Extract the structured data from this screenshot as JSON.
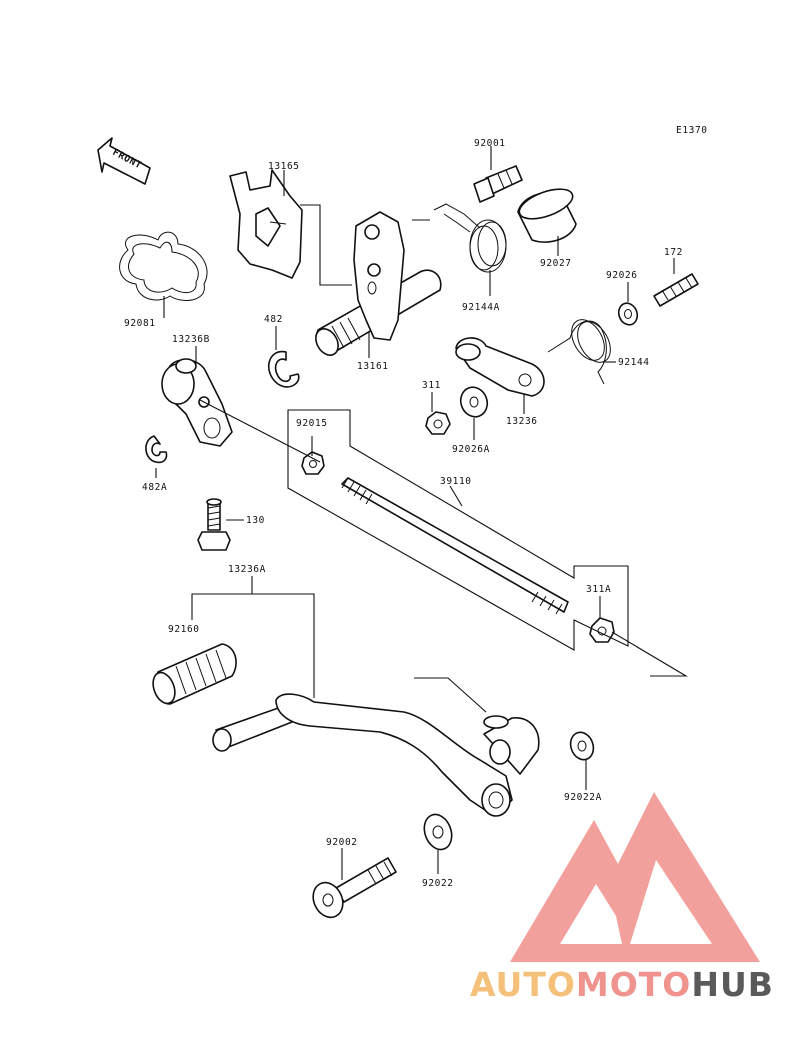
{
  "diagram_code": "E1370",
  "front_label": "FRONT",
  "watermark": {
    "parts": [
      "AUTO",
      "MOTO",
      "HUB"
    ],
    "colors": {
      "auto": "#f5c07a",
      "moto": "#f0938f",
      "hub": "#5a5a5a",
      "triangle": "#f08f8a"
    }
  },
  "labels": {
    "p92001": "92001",
    "p13165": "13165",
    "p92027": "92027",
    "p172": "172",
    "p92026": "92026",
    "p92081": "92081",
    "p482": "482",
    "p13161": "13161",
    "p92144A": "92144A",
    "p92144": "92144",
    "p13236B": "13236B",
    "p311": "311",
    "p92026A": "92026A",
    "p13236": "13236",
    "p92015": "92015",
    "p482A": "482A",
    "p39110": "39110",
    "p130": "130",
    "p13236A": "13236A",
    "p311A": "311A",
    "p92160": "92160",
    "p92022A": "92022A",
    "p92002": "92002",
    "p92022": "92022"
  }
}
